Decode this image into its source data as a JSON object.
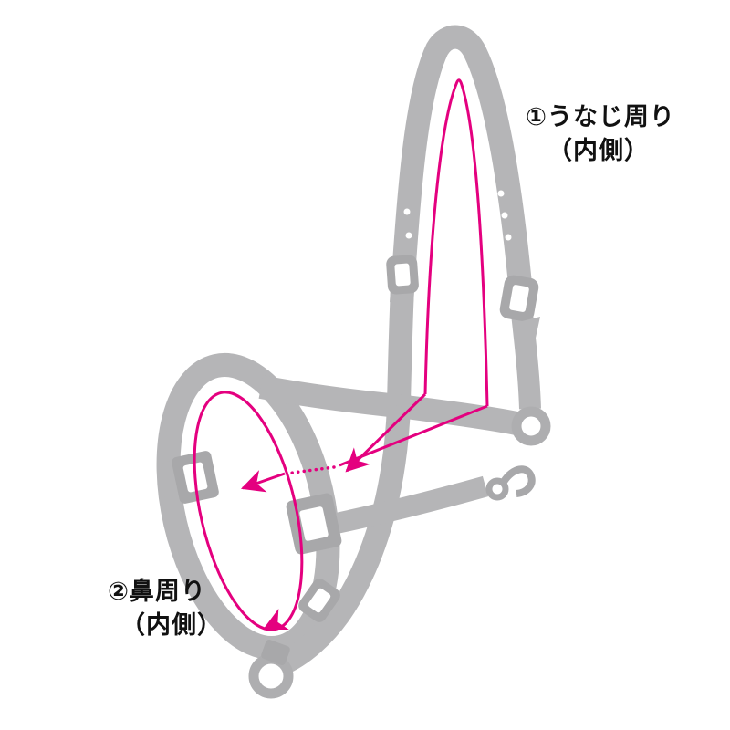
{
  "diagram": {
    "labels": {
      "crown": {
        "line1": "①うなじ周り",
        "line2": "（内側）"
      },
      "nose": {
        "line1": "②鼻周り",
        "line2": "（内側）"
      }
    },
    "colors": {
      "halter_gray": "#b5b5b7",
      "hardware_gray": "#a8a8aa",
      "measure_pink": "#e4007f",
      "text": "#111111",
      "background": "#ffffff"
    }
  }
}
